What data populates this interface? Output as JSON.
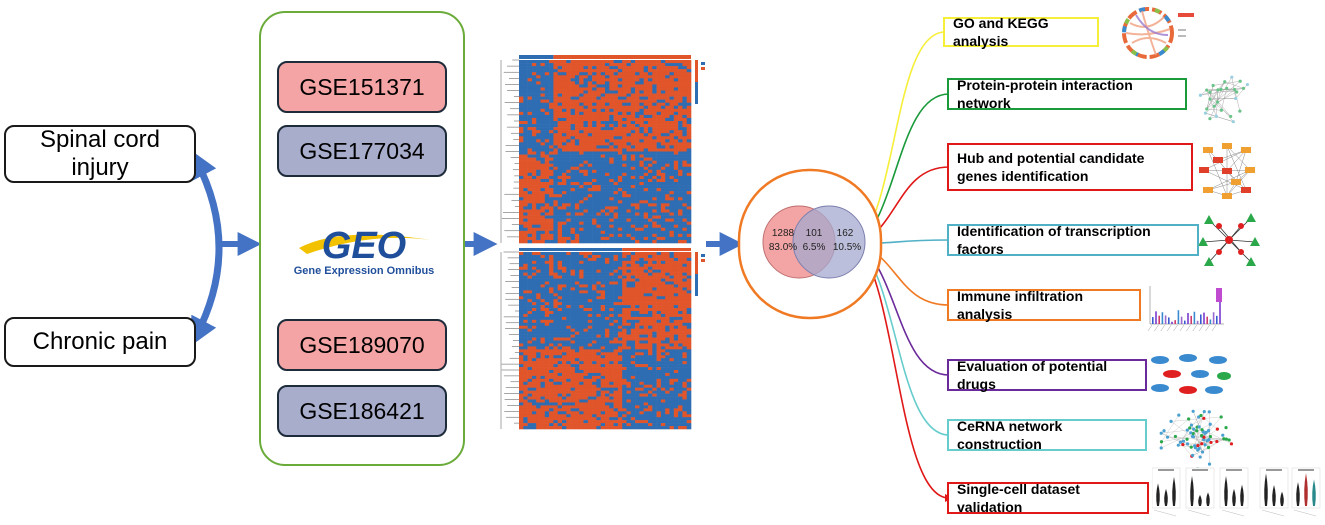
{
  "conditions": [
    {
      "id": "sci",
      "label": "Spinal cord\ninjury"
    },
    {
      "id": "cp",
      "label": "Chronic pain"
    }
  ],
  "datasets": [
    {
      "id": "GSE151371",
      "label": "GSE151371",
      "color": "#f4a4a4"
    },
    {
      "id": "GSE177034",
      "label": "GSE177034",
      "color": "#a9adcc"
    },
    {
      "id": "GSE189070",
      "label": "GSE189070",
      "color": "#f4a4a4"
    },
    {
      "id": "GSE186421",
      "label": "GSE186421",
      "color": "#a9adcc"
    }
  ],
  "geo_logo": {
    "wordmark": "GEO",
    "tagline": "Gene Expression Omnibus"
  },
  "venn": {
    "left": {
      "count": "1288",
      "percent": "83.0%",
      "color": "#f29a9a"
    },
    "middle": {
      "count": "101",
      "percent": "6.5%"
    },
    "right": {
      "count": "162",
      "percent": "10.5%",
      "color": "#a6a9cf"
    },
    "container_color": "#f07a24"
  },
  "heatmap_colors": {
    "high": "#e1552b",
    "low": "#2f6db3"
  },
  "analyses": [
    {
      "id": "go_kegg",
      "label": "GO and KEGG analysis",
      "color": "#f5ef3a"
    },
    {
      "id": "ppi",
      "label": "Protein-protein interaction network",
      "color": "#1a9a3a"
    },
    {
      "id": "hub",
      "label": "Hub and potential candidate genes identification",
      "color": "#e01818"
    },
    {
      "id": "tf",
      "label": "Identification of transcription factors",
      "color": "#4fb0c6"
    },
    {
      "id": "immune",
      "label": "Immune infiltration analysis",
      "color": "#f07a24"
    },
    {
      "id": "drugs",
      "label": "Evaluation of potential drugs",
      "color": "#6a2a9a"
    },
    {
      "id": "cerna",
      "label": "CeRNA network construction",
      "color": "#66cccc"
    },
    {
      "id": "singlecell",
      "label": "Single-cell dataset validation",
      "color": "#e01818"
    }
  ],
  "arrow_color": "#4472c4"
}
